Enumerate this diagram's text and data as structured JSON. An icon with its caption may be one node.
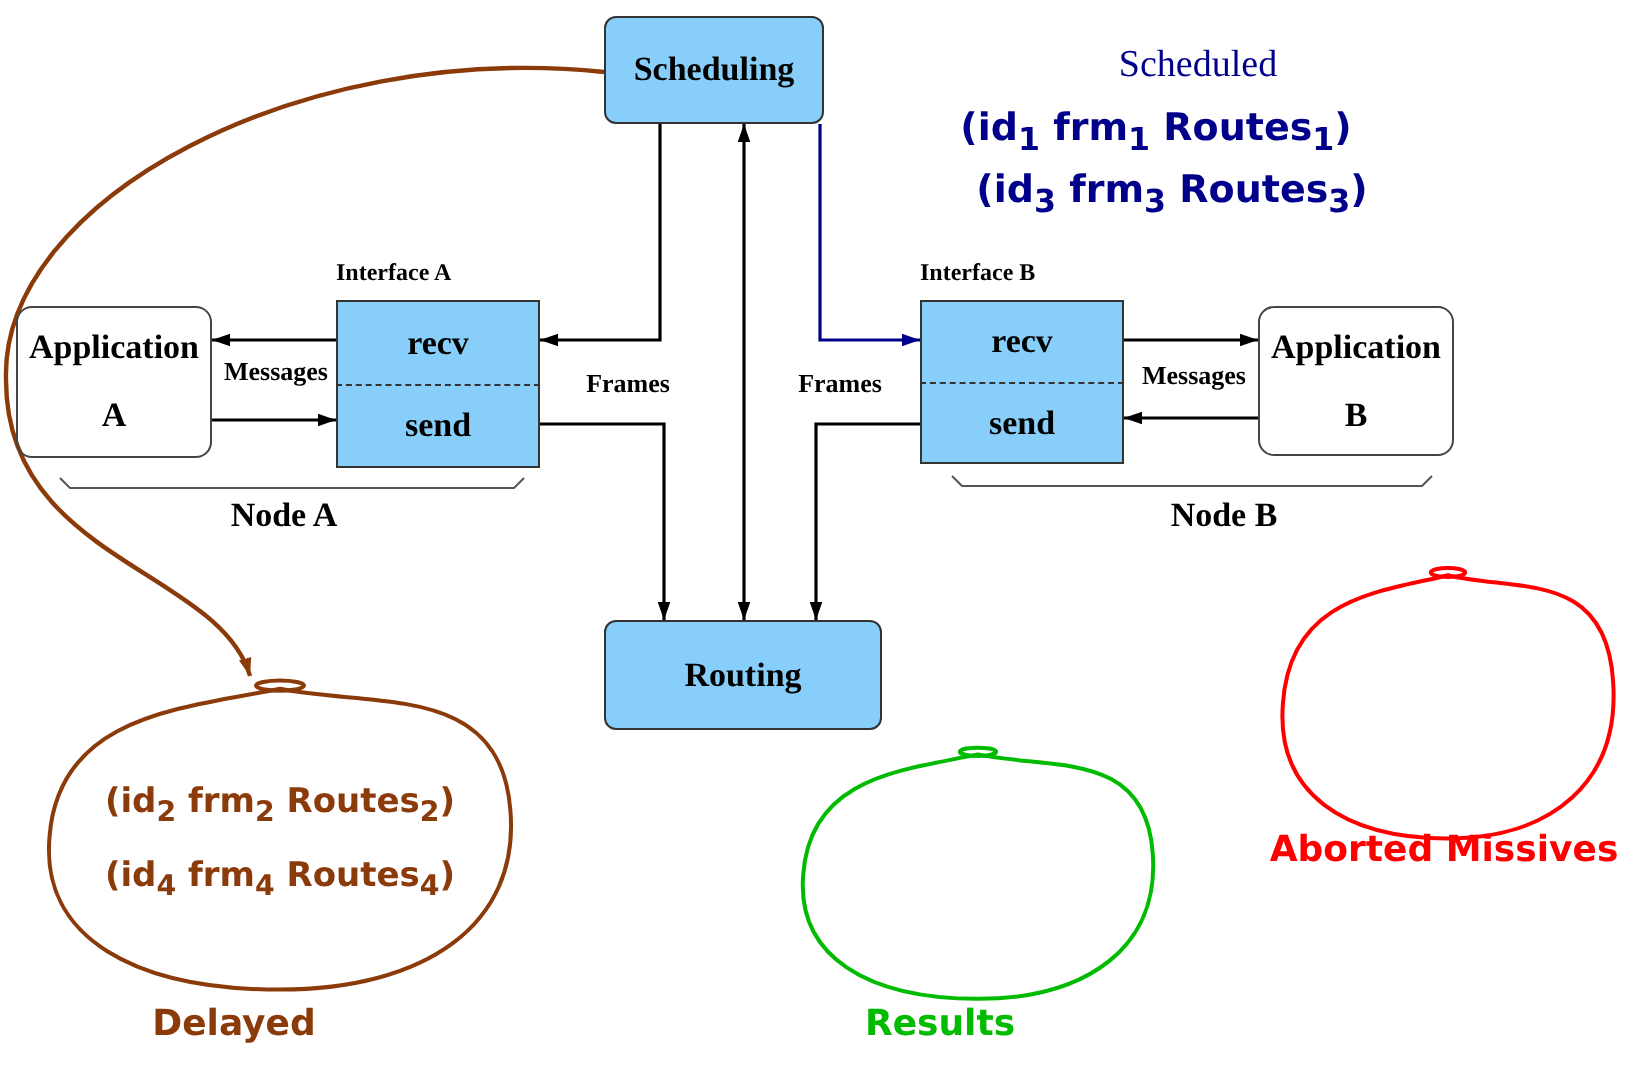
{
  "diagram": {
    "nodes": [
      {
        "text": [
          "Scheduling"
        ]
      },
      {
        "text": [
          "Interface A"
        ]
      },
      {
        "text": [
          "recv"
        ],
        "in": 1
      },
      {
        "text": [
          "send"
        ],
        "in": 1
      },
      {
        "text": [
          "Application A"
        ]
      },
      {
        "text": [
          "Interface B"
        ]
      },
      {
        "text": [
          "recv"
        ],
        "in": 5
      },
      {
        "text": [
          "send"
        ],
        "in": 5
      },
      {
        "text": [
          "Application B"
        ]
      },
      {
        "text": [
          "Routing"
        ]
      },
      {
        "text": [
          "(id$_{2}$ frm$_{2}$ Routes$_{2}$)",
          "(id$_{4}$ frm$_{4}$ Routes$_{4}$)"
        ],
        "beside": [
          "Delayed"
        ]
      },
      {
        "text": [],
        "shape": "cloud",
        "beside": [
          "Results"
        ]
      },
      {
        "text": [],
        "shape": "cloud",
        "beside": [
          "Aborted Missives"
        ]
      }
    ],
    "edges": [
      {
        "from": 0,
        "to": 2,
        "arrow": "to"
      },
      {
        "from": 0,
        "to": 6,
        "arrow": "to",
        "color": "#00008b"
      },
      {
        "from": 0,
        "to": 9,
        "arrow": "both"
      },
      {
        "from": 3,
        "to": 9,
        "arrow": "to"
      },
      {
        "from": 7,
        "to": 9,
        "arrow": "to"
      },
      {
        "from": 2,
        "to": 4,
        "arrow": "to"
      },
      {
        "from": 4,
        "to": 3,
        "arrow": "to"
      },
      {
        "from": 6,
        "to": 8,
        "arrow": "to"
      },
      {
        "from": 8,
        "to": 7,
        "arrow": "to"
      },
      {
        "from": 0,
        "to": 10,
        "arrow": "to",
        "color": "#8b3a0a"
      }
    ],
    "labels": [
      "Scheduled",
      "(id$_{1}$ frm$_{1}$ Routes$_{1}$)",
      "(id$_{3}$ frm$_{3}$ Routes$_{3}$)",
      "Messages",
      "Frames",
      "Frames",
      "Messages",
      "Node A",
      "Node B"
    ]
  }
}
